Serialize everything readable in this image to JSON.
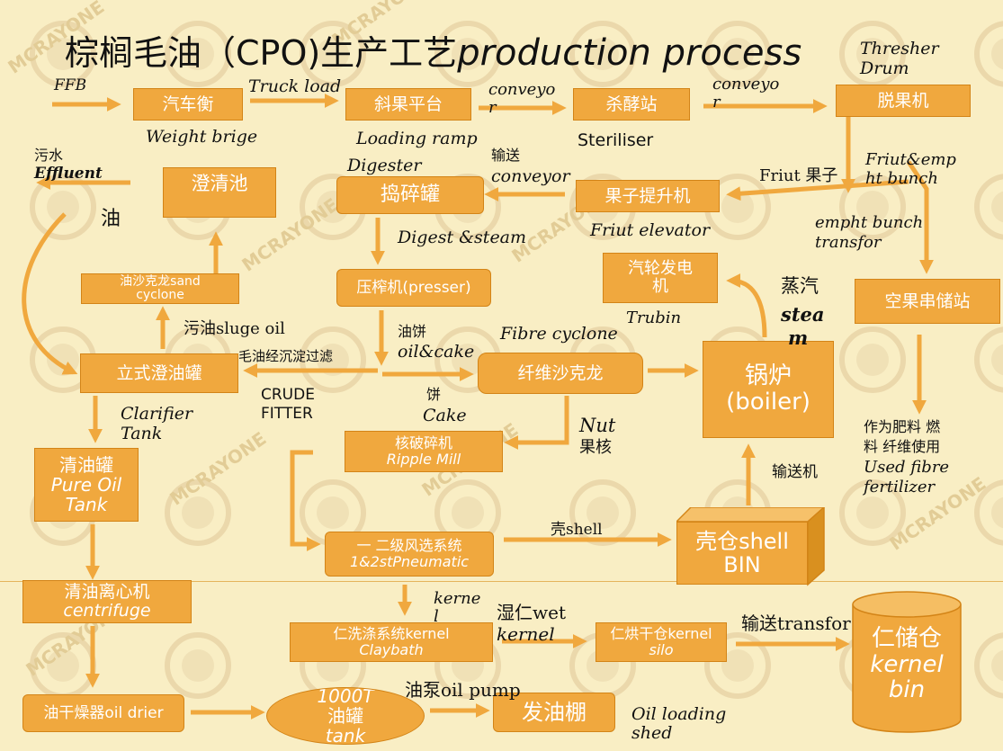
{
  "title": {
    "cn": "棕榈毛油（CPO)生产工艺",
    "en": "production process"
  },
  "nodes": {
    "weighbridge": {
      "line1": "汽车衡"
    },
    "loading_ramp": {
      "line1": "斜果平台"
    },
    "steriliser": {
      "line1": "杀酵站"
    },
    "thresher": {
      "line1": "脱果机"
    },
    "fruit_elevator": {
      "line1": "果子提升机"
    },
    "digester": {
      "line1": "捣碎罐"
    },
    "clarification_pond": {
      "line1": "澄清池"
    },
    "sand_cyclone": {
      "line1": "油沙克龙sand",
      "line2": "cyclone"
    },
    "presser": {
      "line1": "压榨机(presser)"
    },
    "turbine": {
      "line1": "汽轮发电",
      "line2": "机"
    },
    "empty_bunch_station": {
      "line1": "空果串储站"
    },
    "clarifier_tank": {
      "line1": "立式澄油罐"
    },
    "fibre_cyclone": {
      "line1": "纤维沙克龙"
    },
    "boiler": {
      "line1": "锅炉",
      "line2": "(boiler)"
    },
    "pure_oil_tank": {
      "line1": "清油罐",
      "line2": "Pure Oil",
      "line3": "Tank"
    },
    "ripple_mill": {
      "line1": "核破碎机",
      "line2": "Ripple Mill"
    },
    "pneumatic": {
      "line1": "一 二级风选系统",
      "line2": "1&2stPneumatic"
    },
    "shell_bin": {
      "line1": "壳仓shell",
      "line2": "BIN"
    },
    "centrifuge": {
      "line1": "清油离心机",
      "line2": "centrifuge"
    },
    "claybath": {
      "line1": "仁洗涤系统kernel",
      "line2": "Claybath"
    },
    "kernel_silo": {
      "line1": "仁烘干仓kernel",
      "line2": "silo"
    },
    "kernel_bin": {
      "line1": "仁储仓",
      "line2": "kernel",
      "line3": "bin"
    },
    "oil_drier": {
      "line1": "油干燥器oil drier"
    },
    "oil_tank": {
      "line1": "1000T",
      "line2": "油罐",
      "line3": "tank"
    },
    "oil_loading_shed": {
      "line1": "发油棚"
    }
  },
  "labels": {
    "ffb": "FFB",
    "weight_brige": "Weight brige",
    "truck_load": "Truck load",
    "loading_ramp_en": "Loading ramp",
    "conveyor1_a": "conveyo",
    "conveyor1_b": "r",
    "steriliser_en": "Steriliser",
    "conveyor2_a": "conveyo",
    "conveyor2_b": "r",
    "thresher_a": "Thresher",
    "thresher_b": "Drum",
    "effluent_cn": "污水",
    "effluent_en": "Effluent",
    "oil_cn": "油",
    "digester_en": "Digester",
    "conveyor3_cn": "输送",
    "conveyor3_en": "conveyor",
    "fruit_cn": "Friut 果子",
    "fruit_empty_a": "Friut&emp",
    "fruit_empty_b": "ht bunch",
    "fruit_elevator_en": "Friut elevator",
    "digest_steam": "Digest &steam",
    "empty_bunch_transfer_a": "empht bunch",
    "empty_bunch_transfer_b": "transfor",
    "steam_cn": "蒸汽",
    "steam_en_a": "stea",
    "steam_en_b": "m",
    "trubin": "Trubin",
    "sludge_oil": "污油sluge oil",
    "oil_cake_cn": "油饼",
    "oil_cake_en": "oil&cake",
    "fibre_cyclone_en": "Fibre cyclone",
    "crude_settle": "毛油经沉淀过滤",
    "crude_fitter_a": "CRUDE",
    "crude_fitter_b": "FITTER",
    "cake_cn": "饼",
    "cake_en": "Cake",
    "clarifier_tank_a": "Clarifier",
    "clarifier_tank_b": "Tank",
    "nut_en": "Nut",
    "nut_cn": "果核",
    "fibre_use_a": "作为肥料 燃",
    "fibre_use_b": "料  纤维使用",
    "fibre_use_c": "Used fibre",
    "fibre_use_d": "fertilizer",
    "conveyor4_cn": "输送机",
    "shell_label": "壳shell",
    "kernel_a": "kerne",
    "kernel_b": "l",
    "wet_kernel_a": "湿仁wet",
    "wet_kernel_b": "kernel",
    "transfer_label": "输送transfor",
    "oil_pump": "油泵oil pump",
    "oil_loading_a": "Oil loading",
    "oil_loading_b": "shed"
  },
  "watermark": "MCRAYONE",
  "colors": {
    "background": "#f9eec4",
    "node_fill": "#f0a83e",
    "node_border": "#d38417",
    "arrow": "#f0a83e",
    "node_text": "#ffffff",
    "label_text": "#111111"
  }
}
